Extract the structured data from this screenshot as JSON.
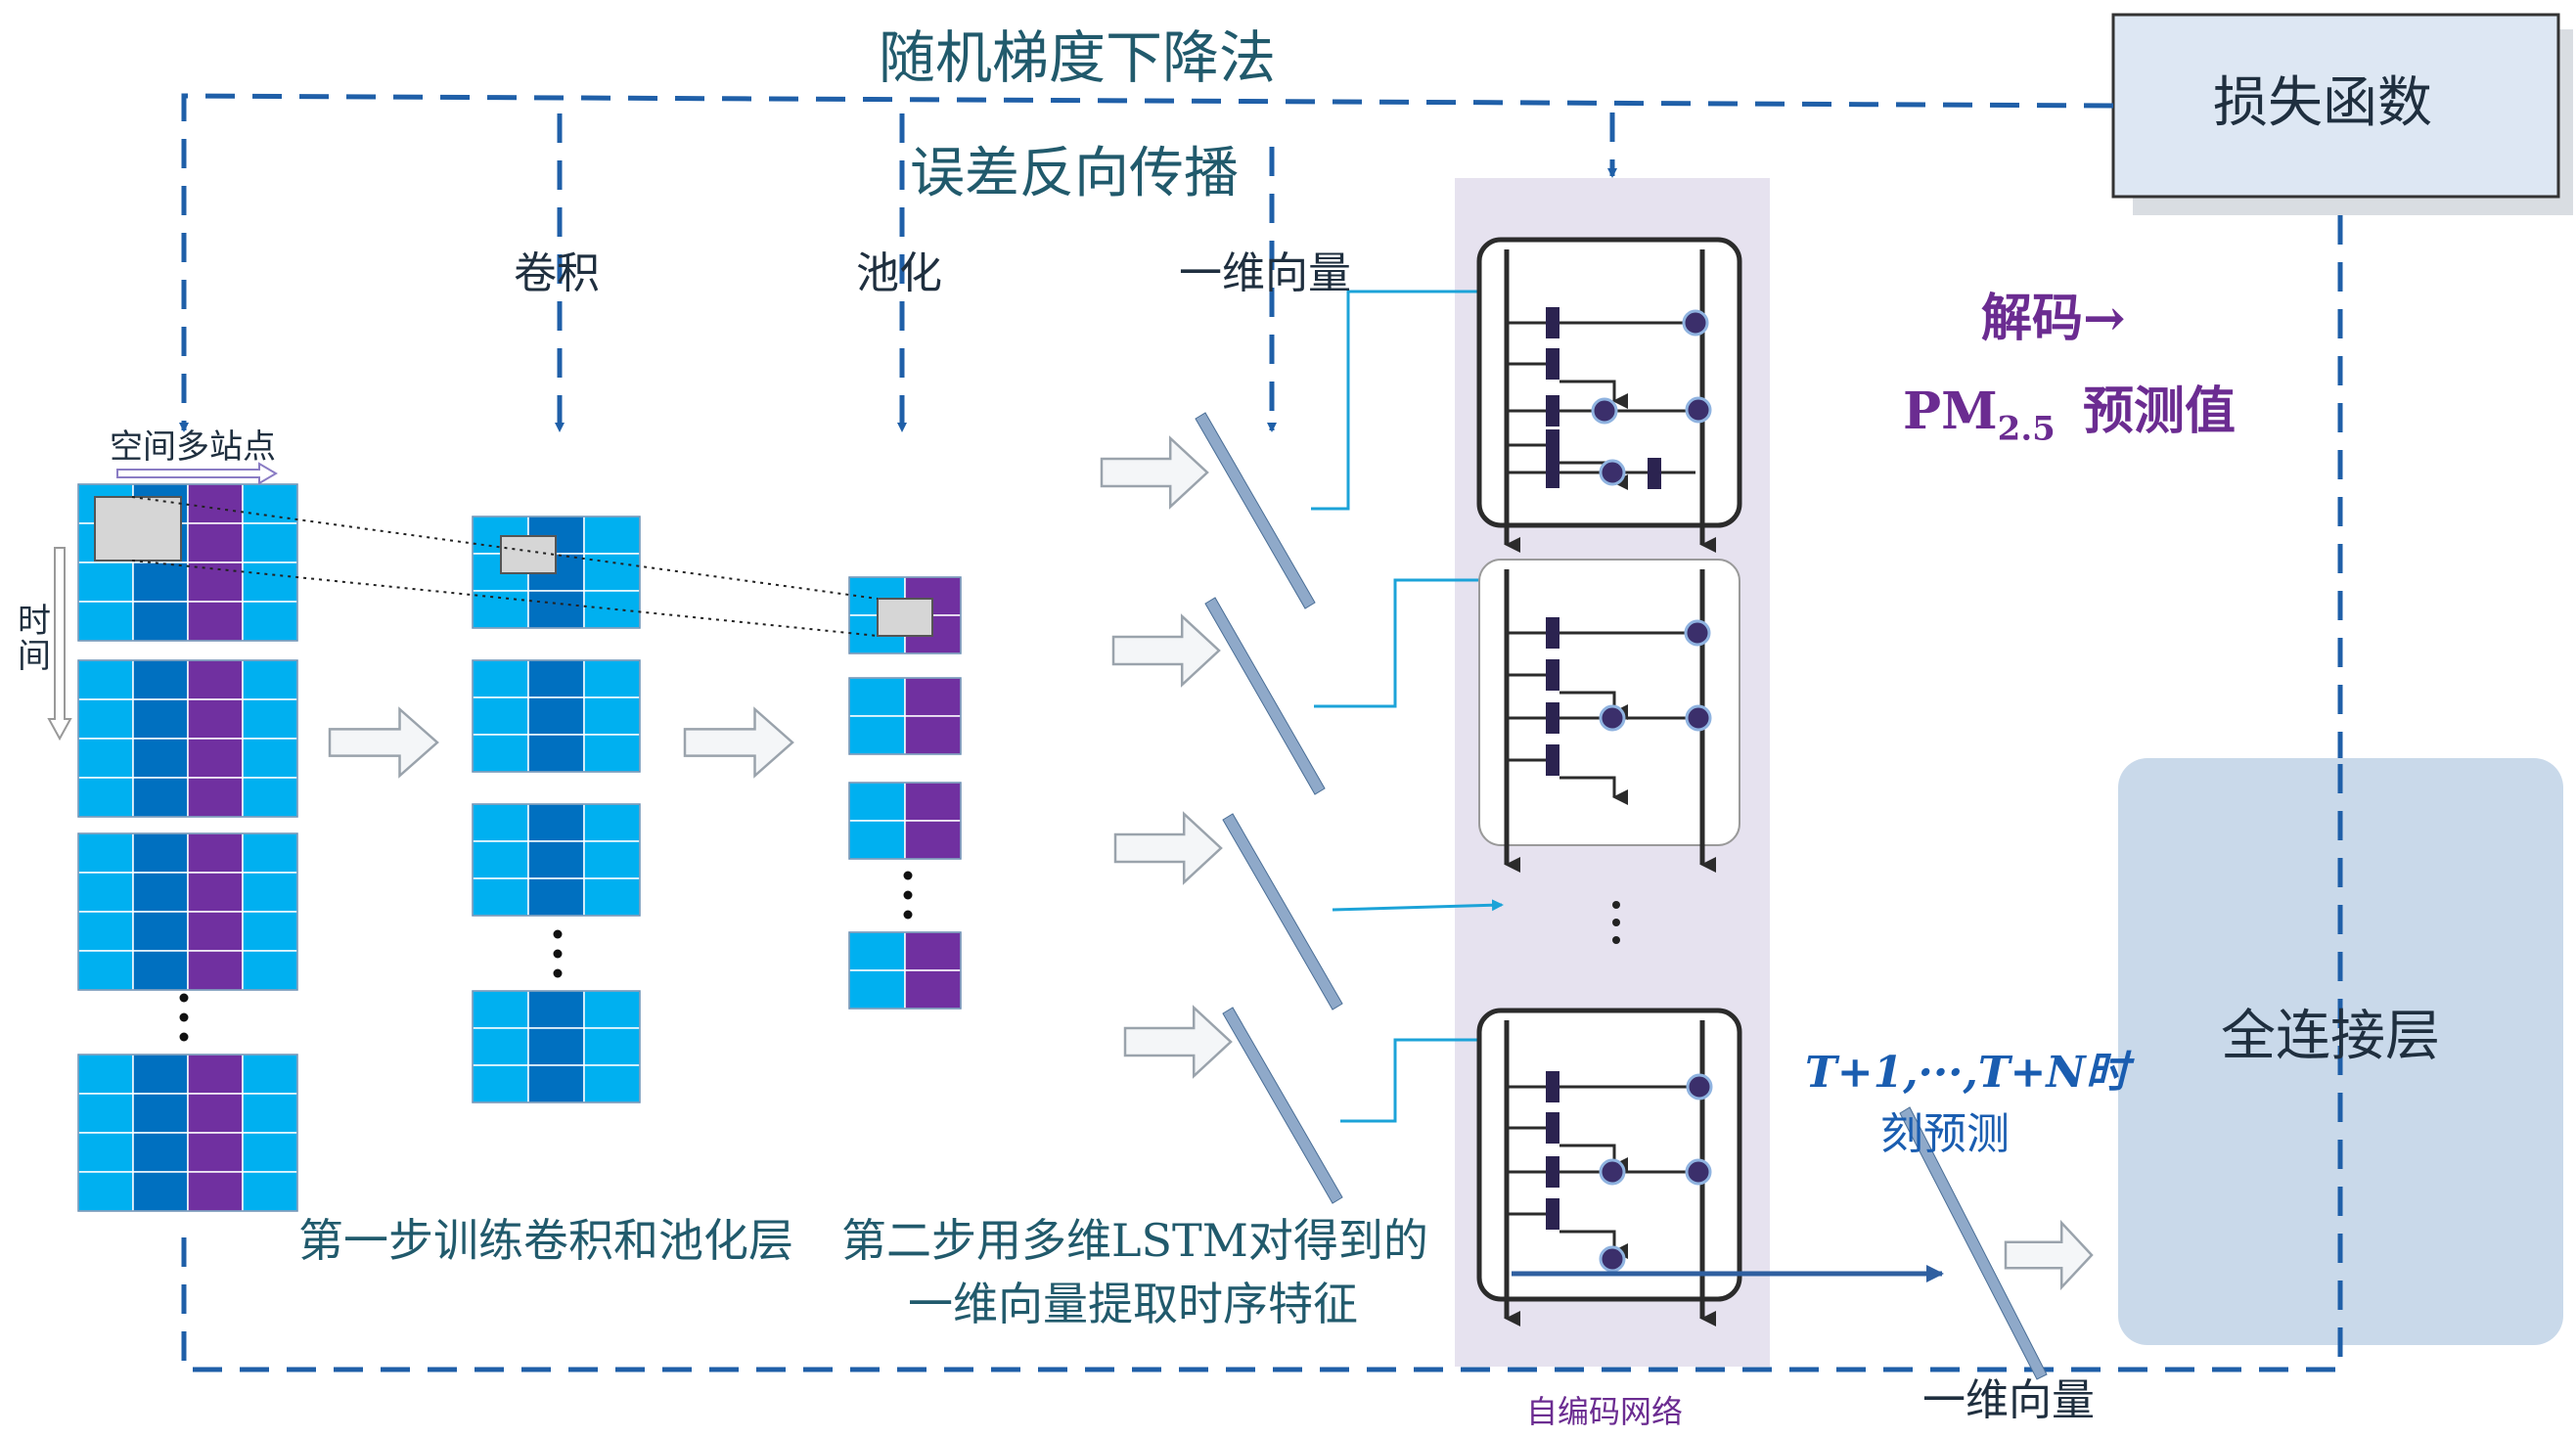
{
  "labels": {
    "sgd": "随机梯度下降法",
    "backprop": "误差反向传播",
    "loss_function": "损失函数",
    "conv": "卷积",
    "pool": "池化",
    "vector_top": "一维向量",
    "spatial_stations": "空间多站点",
    "time": "时间",
    "decode_line1": "解码→",
    "decode_pm": "PM",
    "decode_pm_sub": "2.5",
    "decode_pred": "预测值",
    "fc_layer": "全连接层",
    "step1": "第一步训练卷积和池化层",
    "step2_line1": "第二步用多维LSTM对得到的",
    "step2_line2": "一维向量提取时序特征",
    "forecast_line1": "T+1,···,T+N时",
    "forecast_line2": "刻预测",
    "vector_bottom": "一维向量",
    "autoencoder": "自编码网络",
    "dots": "⋮"
  },
  "colors": {
    "cyan": "#00b0f0",
    "midblue": "#0070c0",
    "purple": "#7030a0",
    "dashed": "#1f5fa8",
    "ae_bg": "#e6e2ef",
    "loss_box": "#dde7f3",
    "fc_box": "#c9d9ea"
  }
}
